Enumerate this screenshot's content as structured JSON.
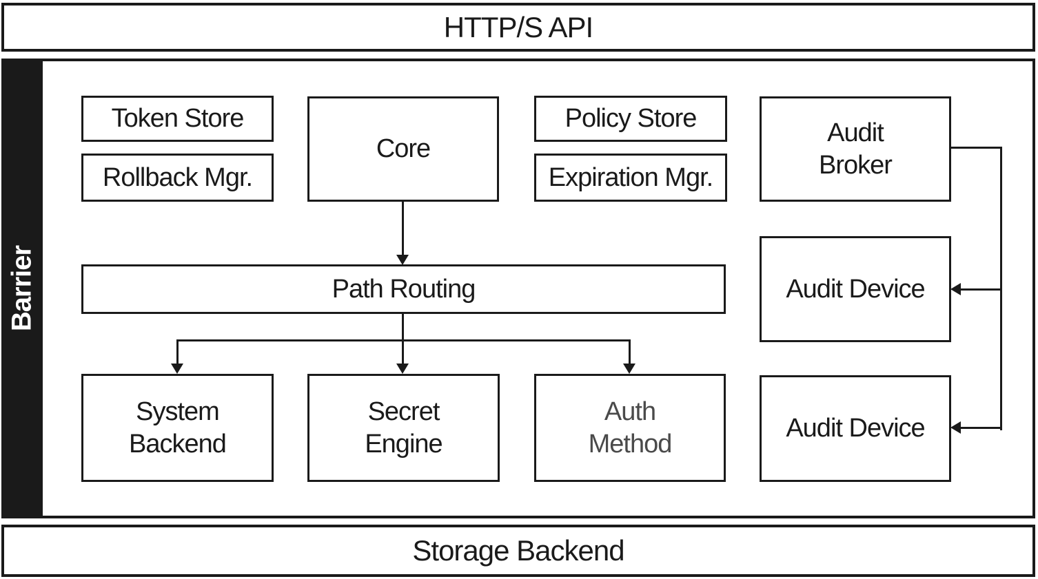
{
  "header": {
    "label": "HTTP/S API"
  },
  "barrier": {
    "label": "Barrier"
  },
  "footer": {
    "label": "Storage Backend"
  },
  "nodes": {
    "token_store": {
      "label": "Token Store"
    },
    "rollback_mgr": {
      "label": "Rollback Mgr."
    },
    "core": {
      "label": "Core"
    },
    "policy_store": {
      "label": "Policy Store"
    },
    "expiration_mgr": {
      "label": "Expiration Mgr."
    },
    "audit_broker": {
      "label": "Audit\nBroker"
    },
    "path_routing": {
      "label": "Path Routing"
    },
    "audit_device_1": {
      "label": "Audit Device"
    },
    "system_backend": {
      "label": "System\nBackend"
    },
    "secret_engine": {
      "label": "Secret\nEngine"
    },
    "auth_method": {
      "label": "Auth\nMethod"
    },
    "audit_device_2": {
      "label": "Audit Device"
    }
  },
  "edges": [
    {
      "from": "core",
      "to": "path_routing",
      "arrow": "down"
    },
    {
      "from": "path_routing",
      "to": "system_backend",
      "arrow": "down"
    },
    {
      "from": "path_routing",
      "to": "secret_engine",
      "arrow": "down"
    },
    {
      "from": "path_routing",
      "to": "auth_method",
      "arrow": "down"
    },
    {
      "from": "audit_broker",
      "to": "audit_device_1",
      "arrow": "left"
    },
    {
      "from": "audit_broker",
      "to": "audit_device_2",
      "arrow": "left"
    }
  ],
  "colors": {
    "line": "#1a1a1a",
    "text": "#1a1a1a",
    "muted-text": "#4a4a4a",
    "barrier-bg": "#1a1a1a",
    "barrier-text": "#ffffff",
    "background": "#ffffff"
  }
}
